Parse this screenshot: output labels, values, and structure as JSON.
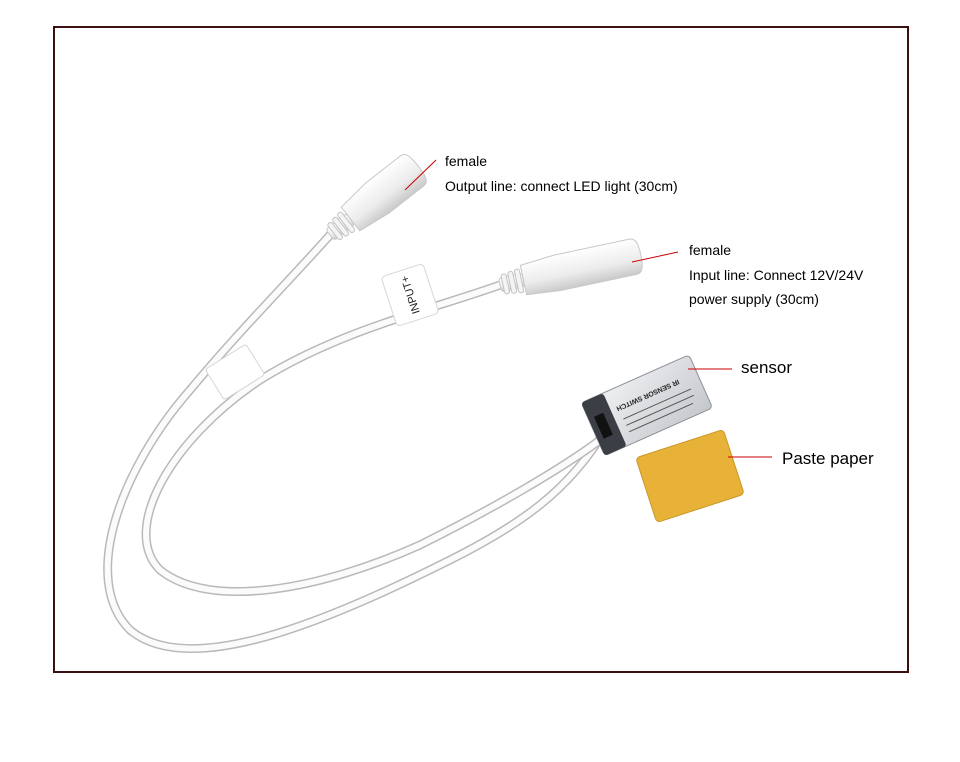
{
  "labels": {
    "output": {
      "title": "female",
      "desc": "Output line: connect LED light (30cm)"
    },
    "input": {
      "title": "female",
      "desc_line1": "Input line: Connect 12V/24V",
      "desc_line2": "power supply (30cm)"
    },
    "sensor": "sensor",
    "paste": "Paste paper"
  },
  "tags": {
    "input_tag": "INPUT+",
    "sensor_text": "IR SENSOR SWITCH"
  },
  "colors": {
    "frame": "#3a1010",
    "leader": "#cc0000",
    "cable": "#ffffff",
    "paper": "#e8b238",
    "sensor_body": "#d9dbe0"
  }
}
